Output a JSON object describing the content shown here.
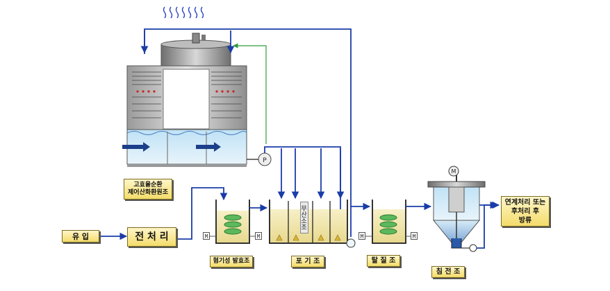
{
  "labels": {
    "cooling_tower": [
      "고효율순환",
      "제어산화환원조"
    ],
    "inflow": "유 입",
    "pretreatment": "전 처 리",
    "anaerobic": "혐기성 발효조",
    "aeration": "포 기 조",
    "denitrification": "탈 질 조",
    "settling": "침 전 조",
    "discharge": [
      "연계처리 또는",
      "후처리 후",
      "방류"
    ],
    "diffuser_tank": "무산소조"
  },
  "symbols": {
    "motor": "M",
    "pump": "P",
    "steam_icon": "steam-icon"
  },
  "colors": {
    "flow_line": "#1a3ca8",
    "return_line": "#2e9a3e",
    "label_fill": "#f3dc6a",
    "water": "#cfe6f5",
    "sludge": "#efe3a8"
  }
}
